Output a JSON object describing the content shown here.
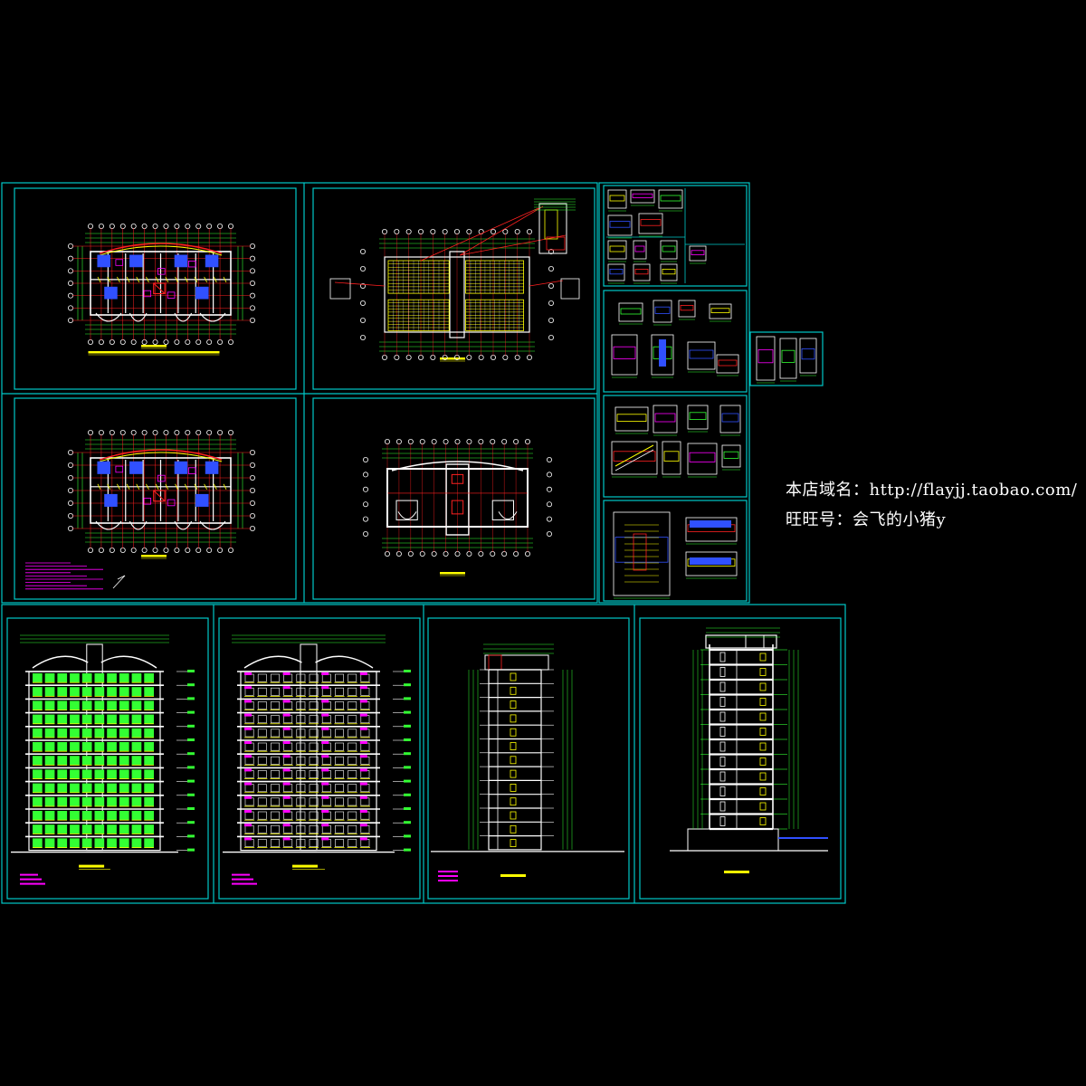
{
  "overlay": {
    "shop_label": "本店域名：http://flayjj.taobao.com/",
    "wangwang_label": "旺旺号：会飞的小猪y"
  },
  "colors": {
    "background": "#000000",
    "frame": "#00c8c8",
    "red": "#ff2020",
    "yellow": "#ffff00",
    "green": "#33ff33",
    "white": "#ffffff",
    "magenta": "#ff00ff",
    "blue": "#3050ff",
    "cyan": "#00ffff"
  },
  "sheets": [
    {
      "id": "plan-1",
      "kind": "floor-plan"
    },
    {
      "id": "plan-roof",
      "kind": "roof-plan"
    },
    {
      "id": "plan-2",
      "kind": "floor-plan"
    },
    {
      "id": "plan-3",
      "kind": "floor-plan-simple"
    },
    {
      "id": "detail-1",
      "kind": "details"
    },
    {
      "id": "detail-2",
      "kind": "details"
    },
    {
      "id": "detail-3",
      "kind": "details"
    },
    {
      "id": "detail-4",
      "kind": "details"
    },
    {
      "id": "detail-small",
      "kind": "details"
    },
    {
      "id": "elev-front",
      "kind": "elevation-green"
    },
    {
      "id": "elev-back",
      "kind": "elevation"
    },
    {
      "id": "elev-side",
      "kind": "side-elevation"
    },
    {
      "id": "section-1",
      "kind": "section"
    }
  ]
}
